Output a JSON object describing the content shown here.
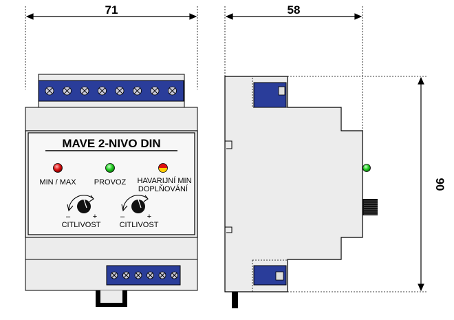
{
  "dimensions": {
    "width": "71",
    "depth": "58",
    "height": "90"
  },
  "front_panel": {
    "title": "MAVE 2-NIVO DIN",
    "indicators": [
      {
        "label": "MIN / MAX",
        "color": "#dd1111"
      },
      {
        "label": "PROVOZ",
        "color": "#22cc22"
      },
      {
        "label_line1": "HAVARIJNÍ MIN",
        "label_line2": "DOPLŇOVÁNÍ",
        "color_top": "#dd1111",
        "color_bottom": "#ffcc00"
      }
    ],
    "knobs": [
      {
        "label": "CITLIVOST",
        "minus": "–",
        "plus": "+"
      },
      {
        "label": "CITLIVOST",
        "minus": "–",
        "plus": "+"
      }
    ]
  },
  "side_view": {
    "led_color": "#22cc22"
  },
  "colors": {
    "terminal_blue": "#2a3d9a",
    "housing_gray": "#ececec"
  }
}
